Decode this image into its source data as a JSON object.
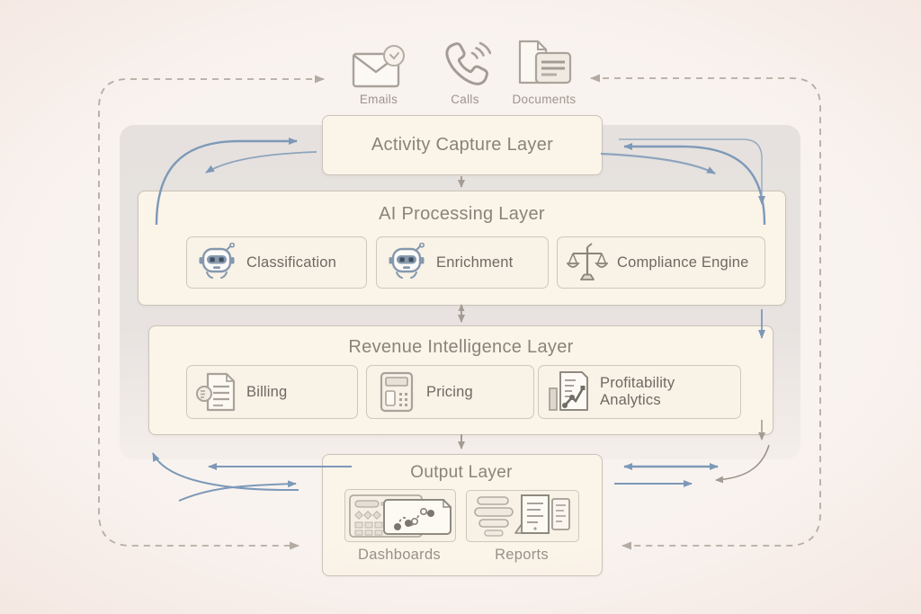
{
  "palette": {
    "background": "#f9f3ef",
    "backdrop_gray": "#d5d2d0",
    "card_cream": "#fbf4e9",
    "card_border": "#c9c3b9",
    "accent_blue": "#7d99b8",
    "dashed_gray": "#b3aba3",
    "title_text": "#8a8379",
    "label_text": "#6c6a64",
    "muted_text": "#9b958d"
  },
  "sources": {
    "items": [
      {
        "label": "Emails",
        "icon": "email-icon"
      },
      {
        "label": "Calls",
        "icon": "phone-icon"
      },
      {
        "label": "Documents",
        "icon": "documents-icon"
      }
    ]
  },
  "layers": {
    "activity": {
      "title": "Activity Capture Layer"
    },
    "ai": {
      "title": "AI Processing Layer",
      "items": [
        {
          "label": "Classification",
          "icon": "robot-icon"
        },
        {
          "label": "Enrichment",
          "icon": "robot-icon"
        },
        {
          "label": "Compliance Engine",
          "icon": "scales-icon"
        }
      ]
    },
    "revenue": {
      "title": "Revenue Intelligence Layer",
      "items": [
        {
          "label": "Billing",
          "icon": "invoice-icon"
        },
        {
          "label": "Pricing",
          "icon": "calculator-icon"
        },
        {
          "label": "Profitability Analytics",
          "icon": "analytics-icon"
        }
      ]
    },
    "output": {
      "title": "Output Layer",
      "items": [
        {
          "label": "Dashboards",
          "icon": "dashboard-icon"
        },
        {
          "label": "Reports",
          "icon": "report-icon"
        }
      ]
    }
  }
}
